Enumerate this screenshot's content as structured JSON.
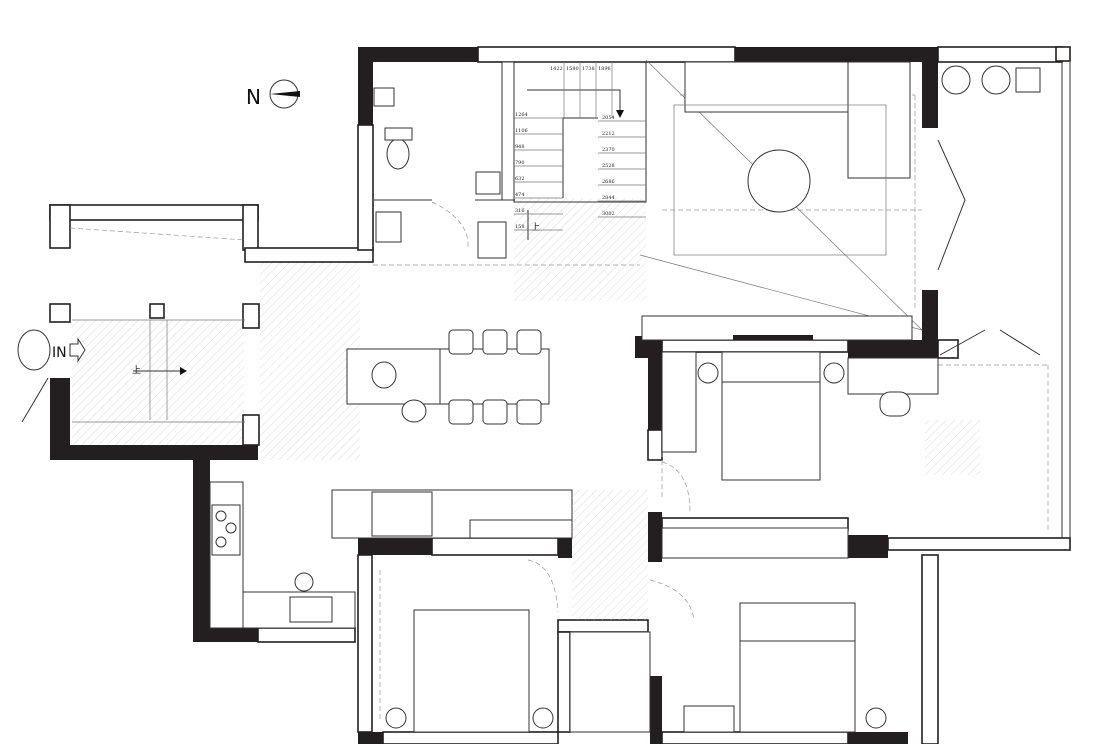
{
  "compass": {
    "label": "N"
  },
  "entrance": {
    "label": "IN"
  },
  "stairs": {
    "up_label": "上",
    "top_numbers": [
      "1422",
      "1580",
      "1738",
      "1896"
    ],
    "left_numbers": [
      "1264",
      "1106",
      "948",
      "790",
      "632",
      "474",
      "316",
      "158"
    ],
    "right_numbers": [
      "2054",
      "2212",
      "2370",
      "2528",
      "2686",
      "2844",
      "3002"
    ]
  },
  "porch": {
    "up_label": "上"
  },
  "colors": {
    "wall": "#231f20",
    "line": "#333333",
    "background": "#ffffff"
  }
}
